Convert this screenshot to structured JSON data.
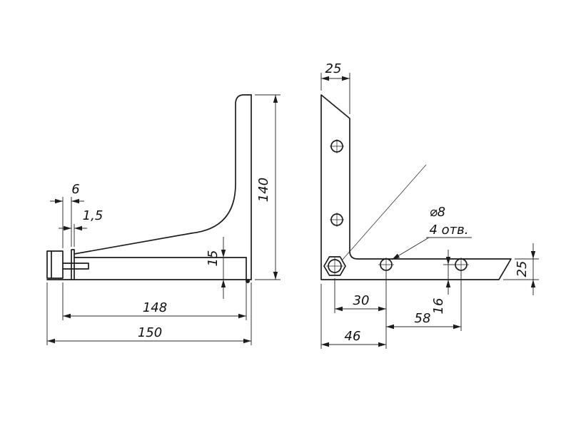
{
  "page": {
    "background": "#ffffff",
    "line_color": "#1c1c1c"
  },
  "side_view": {
    "dims": {
      "width_total": "150",
      "width_inner": "148",
      "height": "140",
      "flange_height": "15",
      "clamp_width": "6",
      "sheet_thickness": "1,5"
    }
  },
  "front_view": {
    "dims": {
      "leg_width_top": "25",
      "leg_width_right": "25",
      "hole_offset": "30",
      "hole_to_edge": "16",
      "hole_spacing": "58",
      "first_hole_offset": "46",
      "hole_diameter": "⌀8",
      "hole_count_note": "4 отв."
    }
  }
}
